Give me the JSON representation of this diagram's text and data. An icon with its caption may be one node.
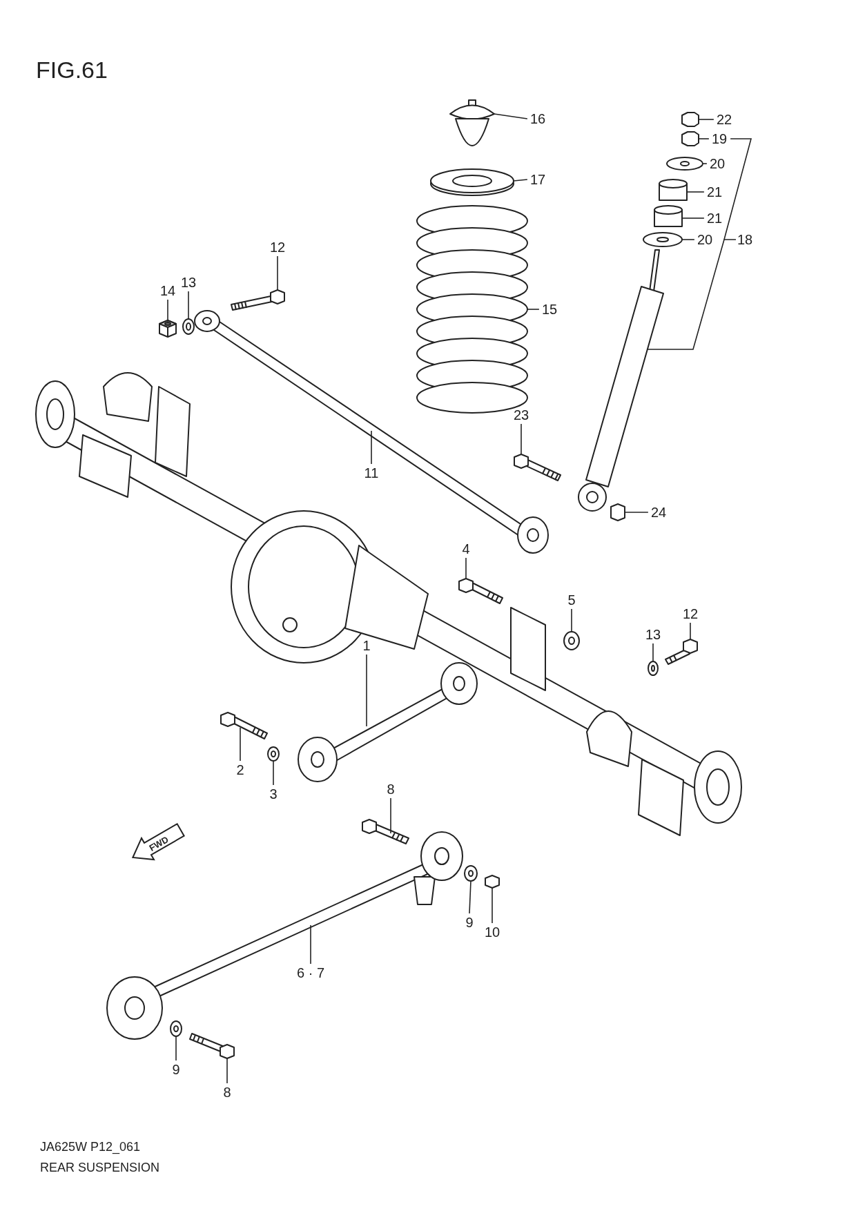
{
  "diagram": {
    "title": "FIG.61",
    "caption": "REAR SUSPENSION",
    "nodes": [
      {
        "text": [
          "16"
        ]
      },
      {
        "text": [
          "22"
        ]
      },
      {
        "text": [
          "19"
        ]
      },
      {
        "text": [
          "20"
        ]
      },
      {
        "text": [
          "17"
        ]
      },
      {
        "text": [
          "21"
        ]
      },
      {
        "text": [
          "21"
        ]
      },
      {
        "text": [
          "20"
        ]
      },
      {
        "text": [
          "18"
        ]
      },
      {
        "text": [
          "12"
        ]
      },
      {
        "text": [
          "13"
        ]
      },
      {
        "text": [
          "14"
        ]
      },
      {
        "text": [
          "15"
        ]
      },
      {
        "text": [
          "23"
        ]
      },
      {
        "text": [
          "11"
        ]
      },
      {
        "text": [
          "24"
        ]
      },
      {
        "text": [
          "4"
        ]
      },
      {
        "text": [
          "5"
        ]
      },
      {
        "text": [
          "12"
        ]
      },
      {
        "text": [
          "13"
        ]
      },
      {
        "text": [
          "1"
        ]
      },
      {
        "text": [
          "2"
        ]
      },
      {
        "text": [
          "8"
        ]
      },
      {
        "text": [
          "3"
        ]
      },
      {
        "text": [
          "9"
        ]
      },
      {
        "text": [
          "10"
        ]
      },
      {
        "text": [
          "6 · 7"
        ]
      },
      {
        "text": [
          "9"
        ]
      },
      {
        "text": [
          "8"
        ]
      },
      {
        "text": [],
        "shape": "picture"
      },
      {
        "text": [],
        "shape": "picture"
      },
      {
        "text": [],
        "shape": "picture"
      },
      {
        "text": [],
        "shape": "picture"
      },
      {
        "text": [],
        "shape": "picture"
      },
      {
        "text": [],
        "shape": "picture"
      },
      {
        "text": [],
        "shape": "picture"
      },
      {
        "text": [],
        "shape": "picture"
      },
      {
        "text": [],
        "shape": "picture"
      },
      {
        "text": [],
        "shape": "picture"
      },
      {
        "text": [],
        "shape": "picture"
      },
      {
        "text": [],
        "shape": "picture"
      },
      {
        "text": [],
        "shape": "picture"
      },
      {
        "text": [],
        "shape": "picture"
      },
      {
        "text": [],
        "shape": "picture"
      },
      {
        "text": [],
        "shape": "picture"
      },
      {
        "text": [],
        "shape": "picture"
      },
      {
        "text": [],
        "shape": "picture"
      },
      {
        "text": [],
        "shape": "picture"
      },
      {
        "text": [],
        "shape": "picture"
      },
      {
        "text": [],
        "shape": "picture"
      },
      {
        "text": [],
        "shape": "picture"
      },
      {
        "text": [],
        "shape": "picture"
      },
      {
        "text": [],
        "shape": "picture"
      },
      {
        "text": [],
        "shape": "picture"
      },
      {
        "text": [],
        "shape": "picture"
      },
      {
        "text": [],
        "shape": "picture"
      },
      {
        "text": [],
        "shape": "picture"
      },
      {
        "text": [],
        "shape": "picture"
      }
    ],
    "edges": [
      {
        "from": 0,
        "to": 29,
        "arrow": "none"
      },
      {
        "from": 1,
        "to": 30,
        "arrow": "none"
      },
      {
        "from": 2,
        "to": 31,
        "arrow": "none"
      },
      {
        "from": 3,
        "to": 32,
        "arrow": "none"
      },
      {
        "from": 4,
        "to": 33,
        "arrow": "none"
      },
      {
        "from": 5,
        "to": 34,
        "arrow": "none"
      },
      {
        "from": 6,
        "to": 35,
        "arrow": "none"
      },
      {
        "from": 7,
        "to": 36,
        "arrow": "none"
      },
      {
        "from": 8,
        "to": 37,
        "arrow": "none"
      },
      {
        "from": 9,
        "to": 38,
        "arrow": "none"
      },
      {
        "from": 10,
        "to": 39,
        "arrow": "none"
      },
      {
        "from": 11,
        "to": 40,
        "arrow": "none"
      },
      {
        "from": 12,
        "to": 41,
        "arrow": "none"
      },
      {
        "from": 13,
        "to": 42,
        "arrow": "none"
      },
      {
        "from": 14,
        "to": 43,
        "arrow": "none"
      },
      {
        "from": 15,
        "to": 44,
        "arrow": "none"
      },
      {
        "from": 16,
        "to": 45,
        "arrow": "none"
      },
      {
        "from": 17,
        "to": 46,
        "arrow": "none"
      },
      {
        "from": 18,
        "to": 47,
        "arrow": "none"
      },
      {
        "from": 19,
        "to": 48,
        "arrow": "none"
      },
      {
        "from": 20,
        "to": 49,
        "arrow": "none"
      },
      {
        "from": 21,
        "to": 50,
        "arrow": "none"
      },
      {
        "from": 22,
        "to": 51,
        "arrow": "none"
      },
      {
        "from": 23,
        "to": 52,
        "arrow": "none"
      },
      {
        "from": 24,
        "to": 53,
        "arrow": "none"
      },
      {
        "from": 25,
        "to": 54,
        "arrow": "none"
      },
      {
        "from": 26,
        "to": 55,
        "arrow": "none"
      },
      {
        "from": 27,
        "to": 56,
        "arrow": "none"
      },
      {
        "from": 28,
        "to": 57,
        "arrow": "none"
      },
      {
        "from": 8,
        "to": 2,
        "arrow": "none"
      }
    ],
    "labels": [
      "FWD",
      "JA625W P12_061"
    ]
  }
}
